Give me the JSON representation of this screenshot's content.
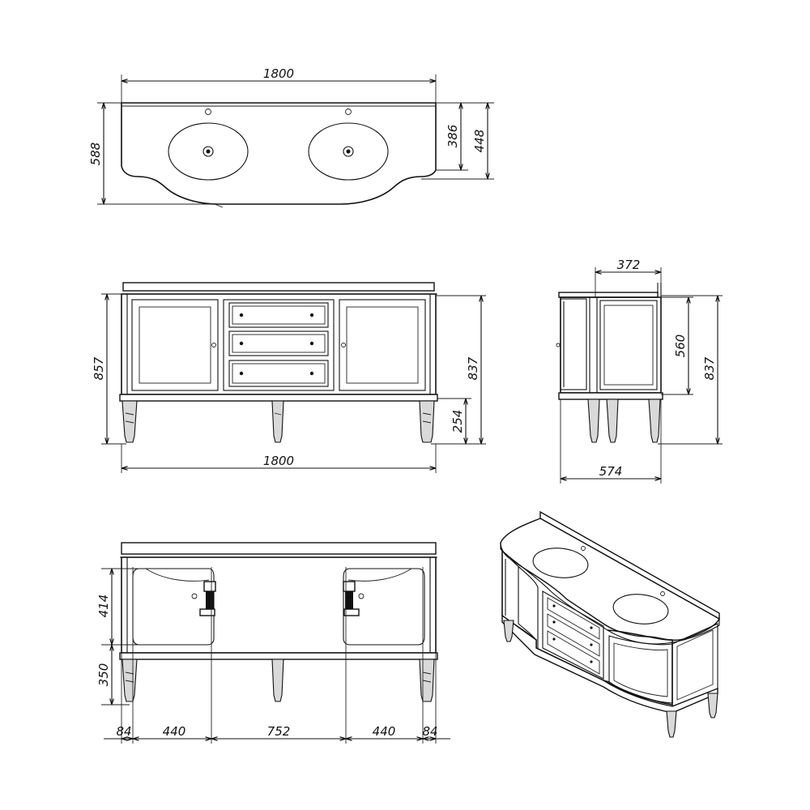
{
  "dimensions": {
    "top_width": "1800",
    "top_depth_total": "588",
    "top_depth_center": "386",
    "top_depth_side": "448",
    "front_height": "857",
    "front_body_height": "837",
    "front_leg_height": "254",
    "front_width": "1800",
    "side_top_depth": "372",
    "side_door_height": "560",
    "side_body_height": "837",
    "side_depth": "574",
    "rear_upper": "414",
    "rear_lower": "350",
    "rear_seg_1": "84",
    "rear_seg_2": "440",
    "rear_seg_3": "752",
    "rear_seg_4": "440",
    "rear_seg_5": "84"
  }
}
